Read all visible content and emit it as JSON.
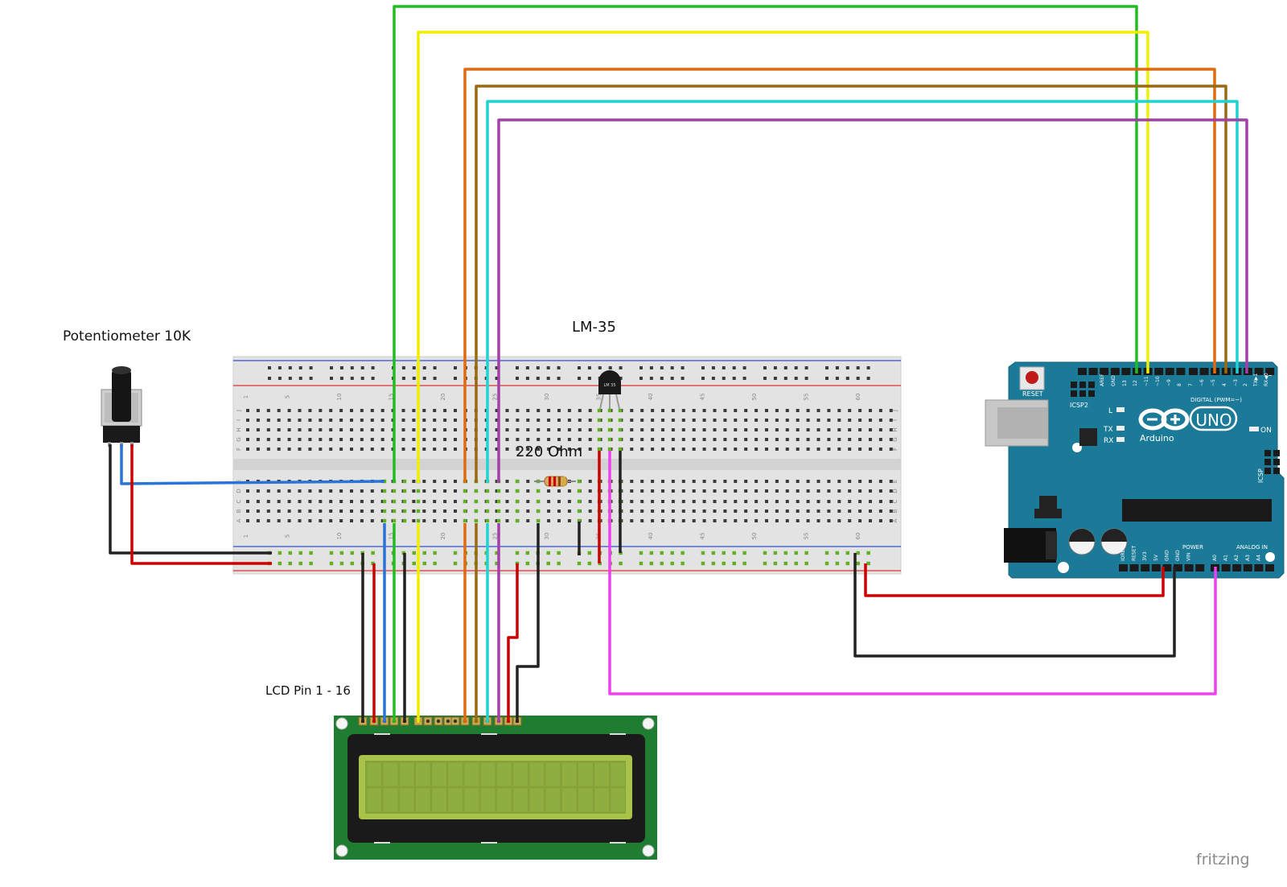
{
  "labels": {
    "potentiometer": "Potentiometer 10K",
    "sensor": "LM-35",
    "resistor": "220 Ohm",
    "lcd": "LCD Pin 1 - 16"
  },
  "sensor_marking": "LM 35",
  "arduino": {
    "logo_text": "UNO",
    "brand": "Arduino",
    "reset_label": "RESET",
    "icsp2_label": "ICSP2",
    "icsp_label": "ICSP",
    "led_labels": [
      "L",
      "TX",
      "RX",
      "ON"
    ],
    "digital_label": "DIGITAL (PWM=~)",
    "power_label": "POWER",
    "analog_label": "ANALOG IN",
    "digital_pins": [
      "AREF",
      "GND",
      "13",
      "12",
      "~11",
      "~10",
      "~9",
      "8",
      "7",
      "~6",
      "~5",
      "4",
      "~3",
      "2",
      "TX▶1",
      "RX◀0"
    ],
    "power_pins": [
      "IOREF",
      "RESET",
      "3V3",
      "5V",
      "GND",
      "GND",
      "VIN"
    ],
    "analog_pins": [
      "A0",
      "A1",
      "A2",
      "A3",
      "A4",
      "A5"
    ]
  },
  "breadboard": {
    "column_numbers": [
      "1",
      "5",
      "10",
      "15",
      "20",
      "25",
      "30",
      "35",
      "40",
      "45",
      "50",
      "55",
      "60"
    ],
    "row_letters_top": [
      "J",
      "I",
      "H",
      "G",
      "F"
    ],
    "row_letters_bottom": [
      "E",
      "D",
      "C",
      "B",
      "A"
    ]
  },
  "watermark": "fritzing",
  "colors": {
    "board_teal": "#1b7a98",
    "breadboard": "#e3e3e3",
    "pcb_green": "#1e7d31",
    "lcd_screen": "#88a53a",
    "rail_red": "#d33",
    "rail_blue": "#3050d0",
    "hole_green": "#60b020",
    "wire_black": "#222222",
    "wire_red": "#cc0000",
    "wire_blue": "#2b73d6",
    "wire_green": "#22bb22",
    "wire_yellow": "#f2ee00",
    "wire_orange": "#e06a10",
    "wire_brown": "#9a6a10",
    "wire_cyan": "#22d2d2",
    "wire_purple": "#a040a8",
    "wire_magenta": "#ee40ee"
  }
}
